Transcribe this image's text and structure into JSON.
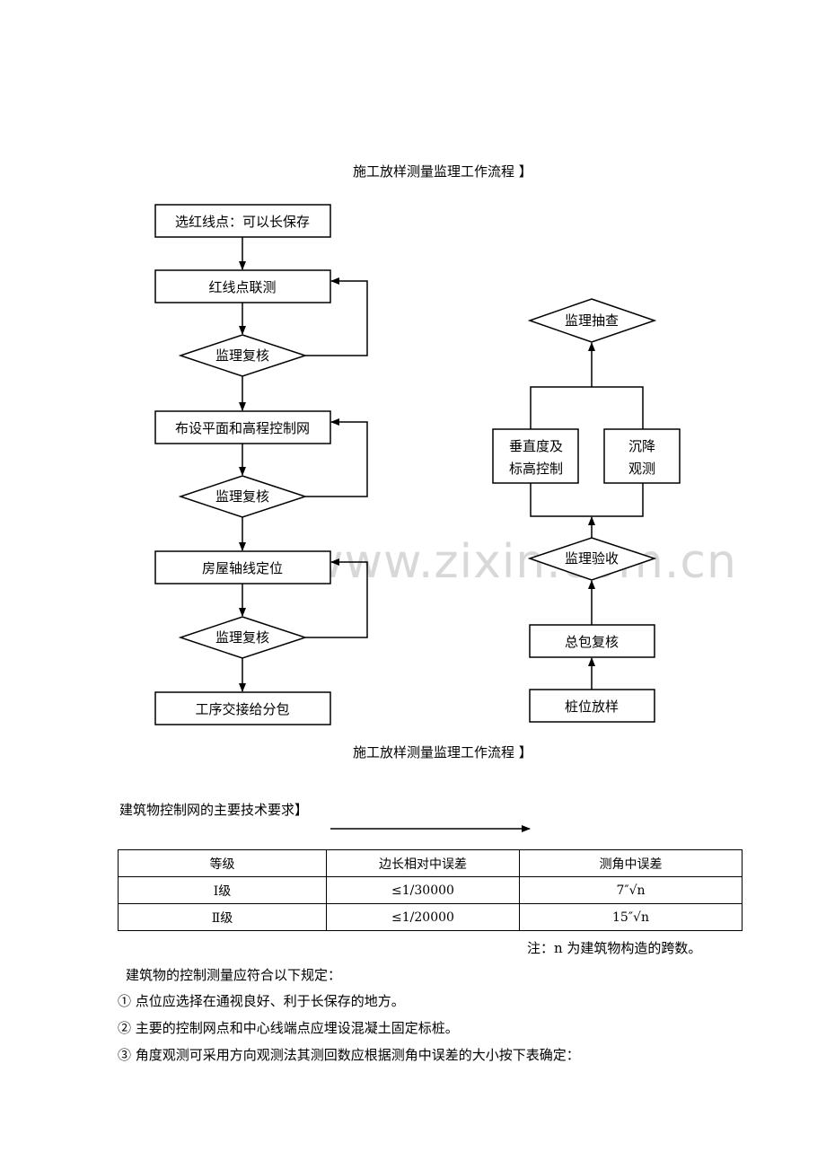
{
  "top_title": "施工放样测量监理工作流程 】",
  "bottom_title": "施工放样测量监理工作流程 】",
  "watermark": "www.zixin.com.cn",
  "left_flow": {
    "box1": "选红线点：可以长保存",
    "box2": "红线点联测",
    "dia1": "监理复核",
    "box3": "布设平面和高程控制网",
    "dia2": "监理复核",
    "box4": "房屋轴线定位",
    "dia3": "监理复核",
    "box5": "工序交接给分包"
  },
  "right_flow": {
    "dia_top": "监理抽查",
    "left_box_line1": "垂直度及",
    "left_box_line2": "标高控制",
    "right_box_line1": "沉降",
    "right_box_line2": "观测",
    "dia_mid": "监理验收",
    "box_mid": "总包复核",
    "box_bottom": "桩位放样"
  },
  "section": {
    "title": "建筑物控制网的主要技术要求】",
    "table": {
      "headers": [
        "等级",
        "边长相对中误差",
        "测角中误差"
      ],
      "rows": [
        [
          "Ⅰ级",
          "≤1/30000",
          "7″√n"
        ],
        [
          "Ⅱ级",
          "≤1/20000",
          "15″√n"
        ]
      ]
    },
    "note": "注：n 为建筑物构造的跨数。",
    "intro": "建筑物的控制测量应符合以下规定：",
    "items": [
      "① 点位应选择在通视良好、利于长保存的地方。",
      "② 主要的控制网点和中心线端点应埋设混凝土固定标桩。",
      "③ 角度观测可采用方向观测法其测回数应根据测角中误差的大小按下表确定："
    ]
  }
}
